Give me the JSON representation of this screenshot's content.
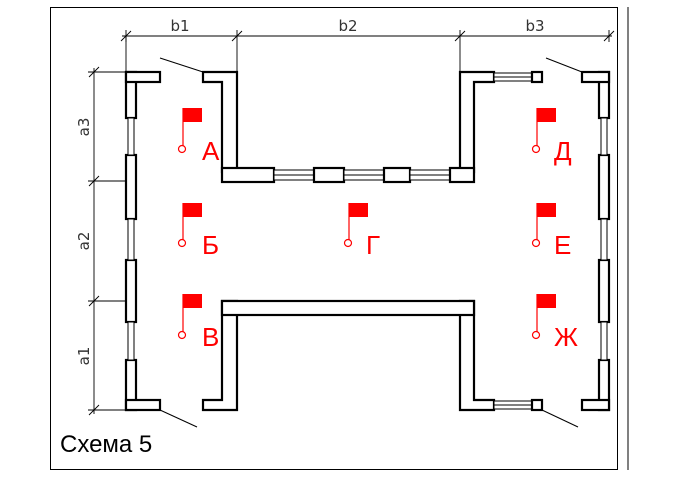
{
  "caption": "Схема 5",
  "dimensions": {
    "top": [
      "b1",
      "b2",
      "b3"
    ],
    "left": [
      "a3",
      "a2",
      "a1"
    ]
  },
  "points": [
    {
      "label": "А"
    },
    {
      "label": "Б"
    },
    {
      "label": "В"
    },
    {
      "label": "Г"
    },
    {
      "label": "Д"
    },
    {
      "label": "Е"
    },
    {
      "label": "Ж"
    }
  ],
  "colors": {
    "marker": "#ff0000",
    "lines": "#000000"
  }
}
